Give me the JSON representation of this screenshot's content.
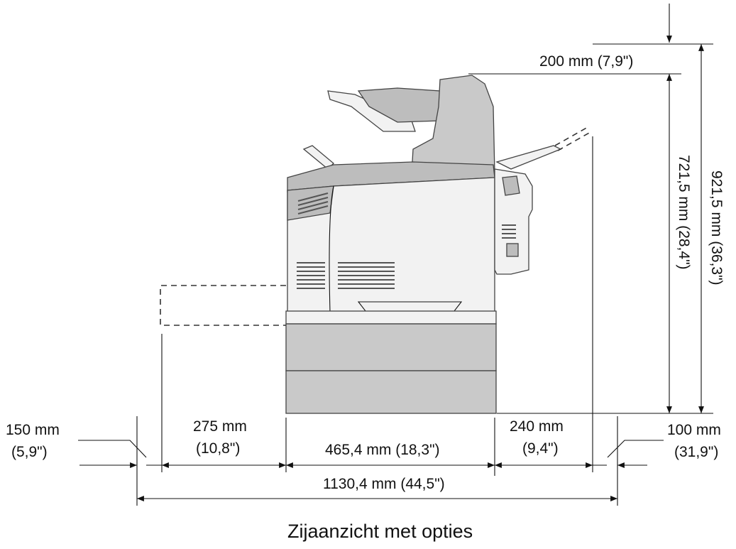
{
  "labels": {
    "top_clearance": "200 mm (7,9\")",
    "height_printer": "721,5 mm (28,4\")",
    "height_total": "921,5 mm (36,3\")",
    "left_clearance_mm": "150 mm",
    "left_clearance_in": "(5,9\")",
    "tray_depth_mm": "275 mm",
    "tray_depth_in": "(10,8\")",
    "printer_depth": "465,4 mm (18,3\")",
    "right_clearance_mm": "240 mm",
    "right_clearance_in": "(9,4\")",
    "far_right_mm": "100 mm",
    "far_right_in": "(31,9\")",
    "total_width": "1130,4 mm (44,5\")"
  },
  "caption": "Zijaanzicht met opties"
}
